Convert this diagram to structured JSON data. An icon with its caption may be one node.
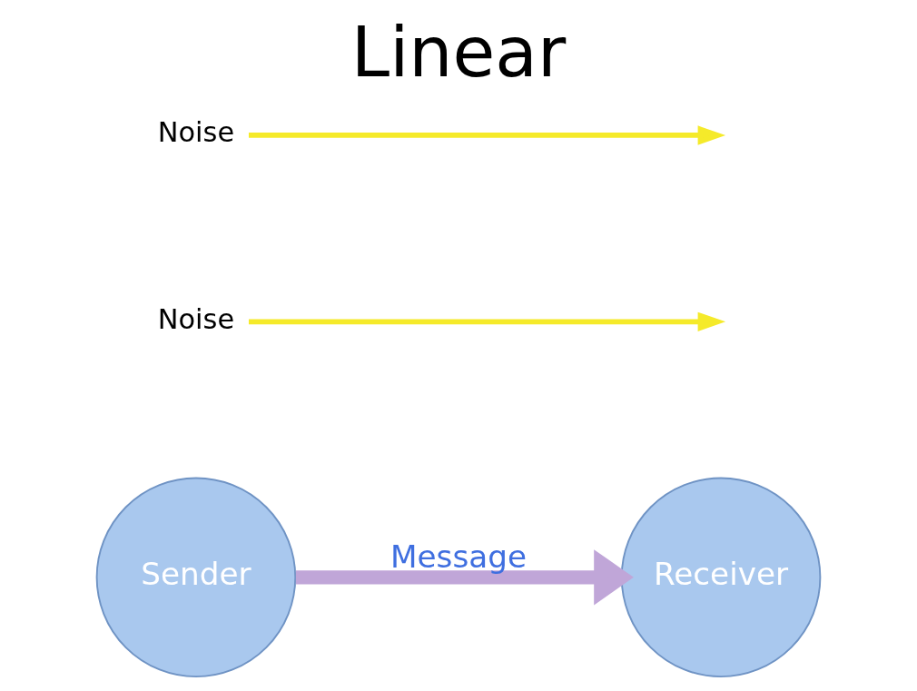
{
  "diagram": {
    "title": "Linear",
    "nodes": [
      {
        "text": [
          "Sender"
        ]
      },
      {
        "text": [
          "Receiver"
        ]
      },
      {
        "text": [
          "Noise"
        ]
      },
      {
        "text": [
          "Noise"
        ]
      }
    ],
    "edges": [
      {
        "from": 0,
        "to": 1,
        "arrow": "to",
        "label": "Message",
        "style": "thick",
        "color": "#c0a6d8"
      },
      {
        "from": 2,
        "to": null,
        "arrow": "to",
        "color": "#f5ea2a"
      },
      {
        "from": 3,
        "to": null,
        "arrow": "to",
        "color": "#f5ea2a"
      }
    ]
  }
}
